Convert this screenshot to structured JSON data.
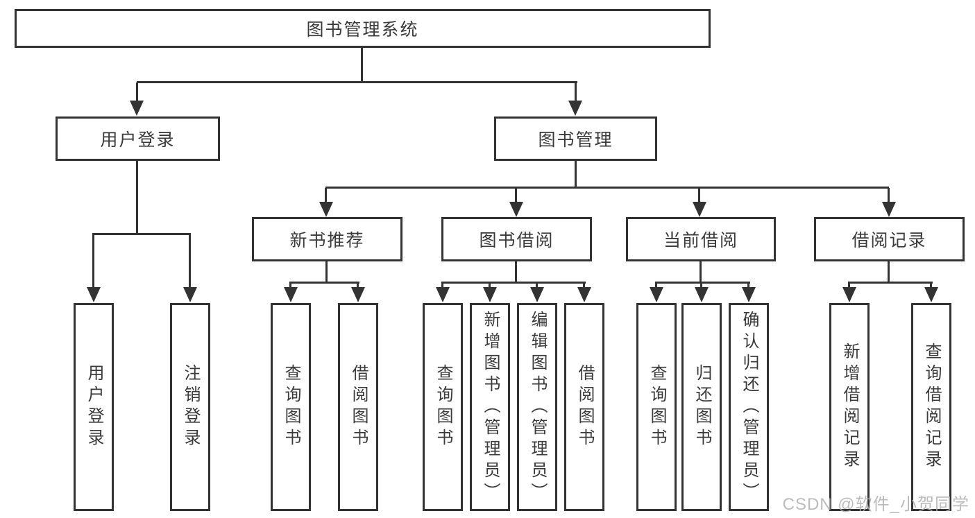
{
  "nodes": {
    "root": {
      "label": "图书管理系统"
    },
    "branches": [
      {
        "label": "用户登录",
        "children": [
          {
            "label": "用户登录"
          },
          {
            "label": "注销登录"
          }
        ]
      },
      {
        "label": "图书管理",
        "children": [
          {
            "label": "新书推荐",
            "children": [
              {
                "label": "查询图书"
              },
              {
                "label": "借阅图书"
              }
            ]
          },
          {
            "label": "图书借阅",
            "children": [
              {
                "label": "查询图书"
              },
              {
                "label": "新增图书（管理员）"
              },
              {
                "label": "编辑图书（管理员）"
              },
              {
                "label": "借阅图书"
              }
            ]
          },
          {
            "label": "当前借阅",
            "children": [
              {
                "label": "查询图书"
              },
              {
                "label": "归还图书"
              },
              {
                "label": "确认归还（管理员）"
              }
            ]
          },
          {
            "label": "借阅记录",
            "children": [
              {
                "label": "新增借阅记录"
              },
              {
                "label": "查询借阅记录"
              }
            ]
          }
        ]
      }
    ]
  },
  "watermark": "CSDN @软件_小贺同学",
  "colors": {
    "line": "#333333",
    "text": "#3a3a3a",
    "background": "#ffffff",
    "watermark": "#b0b0b0"
  }
}
